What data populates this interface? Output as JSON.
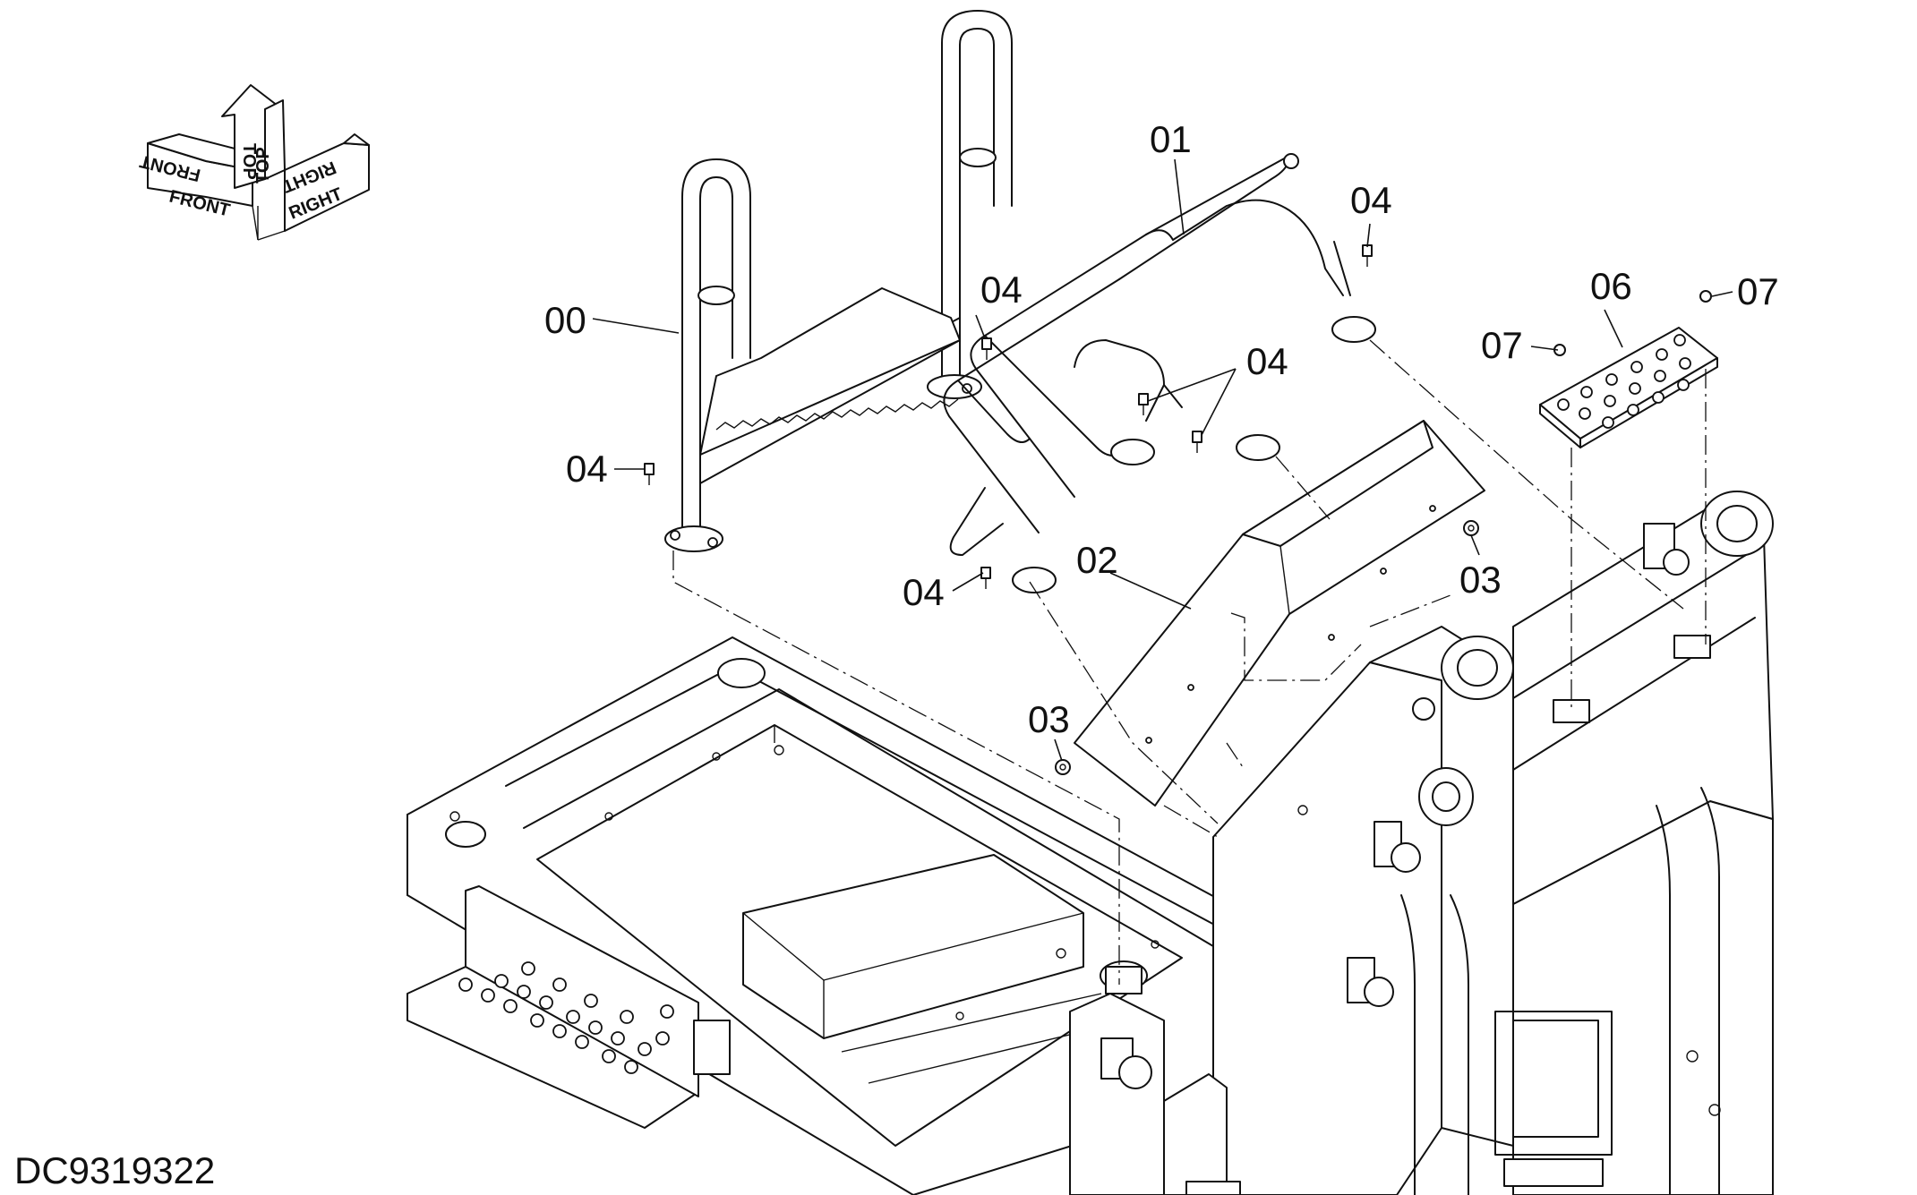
{
  "drawing_code": "DC9319322",
  "orientation": {
    "labels": [
      "FRONT",
      "TOP",
      "RIGHT"
    ]
  },
  "callouts": {
    "p00": "00",
    "p01": "01",
    "p02": "02",
    "p03a": "03",
    "p03b": "03",
    "p04a": "04",
    "p04b": "04",
    "p04c": "04",
    "p04d": "04",
    "p04e": "04",
    "p06": "06",
    "p07a": "07",
    "p07b": "07"
  }
}
